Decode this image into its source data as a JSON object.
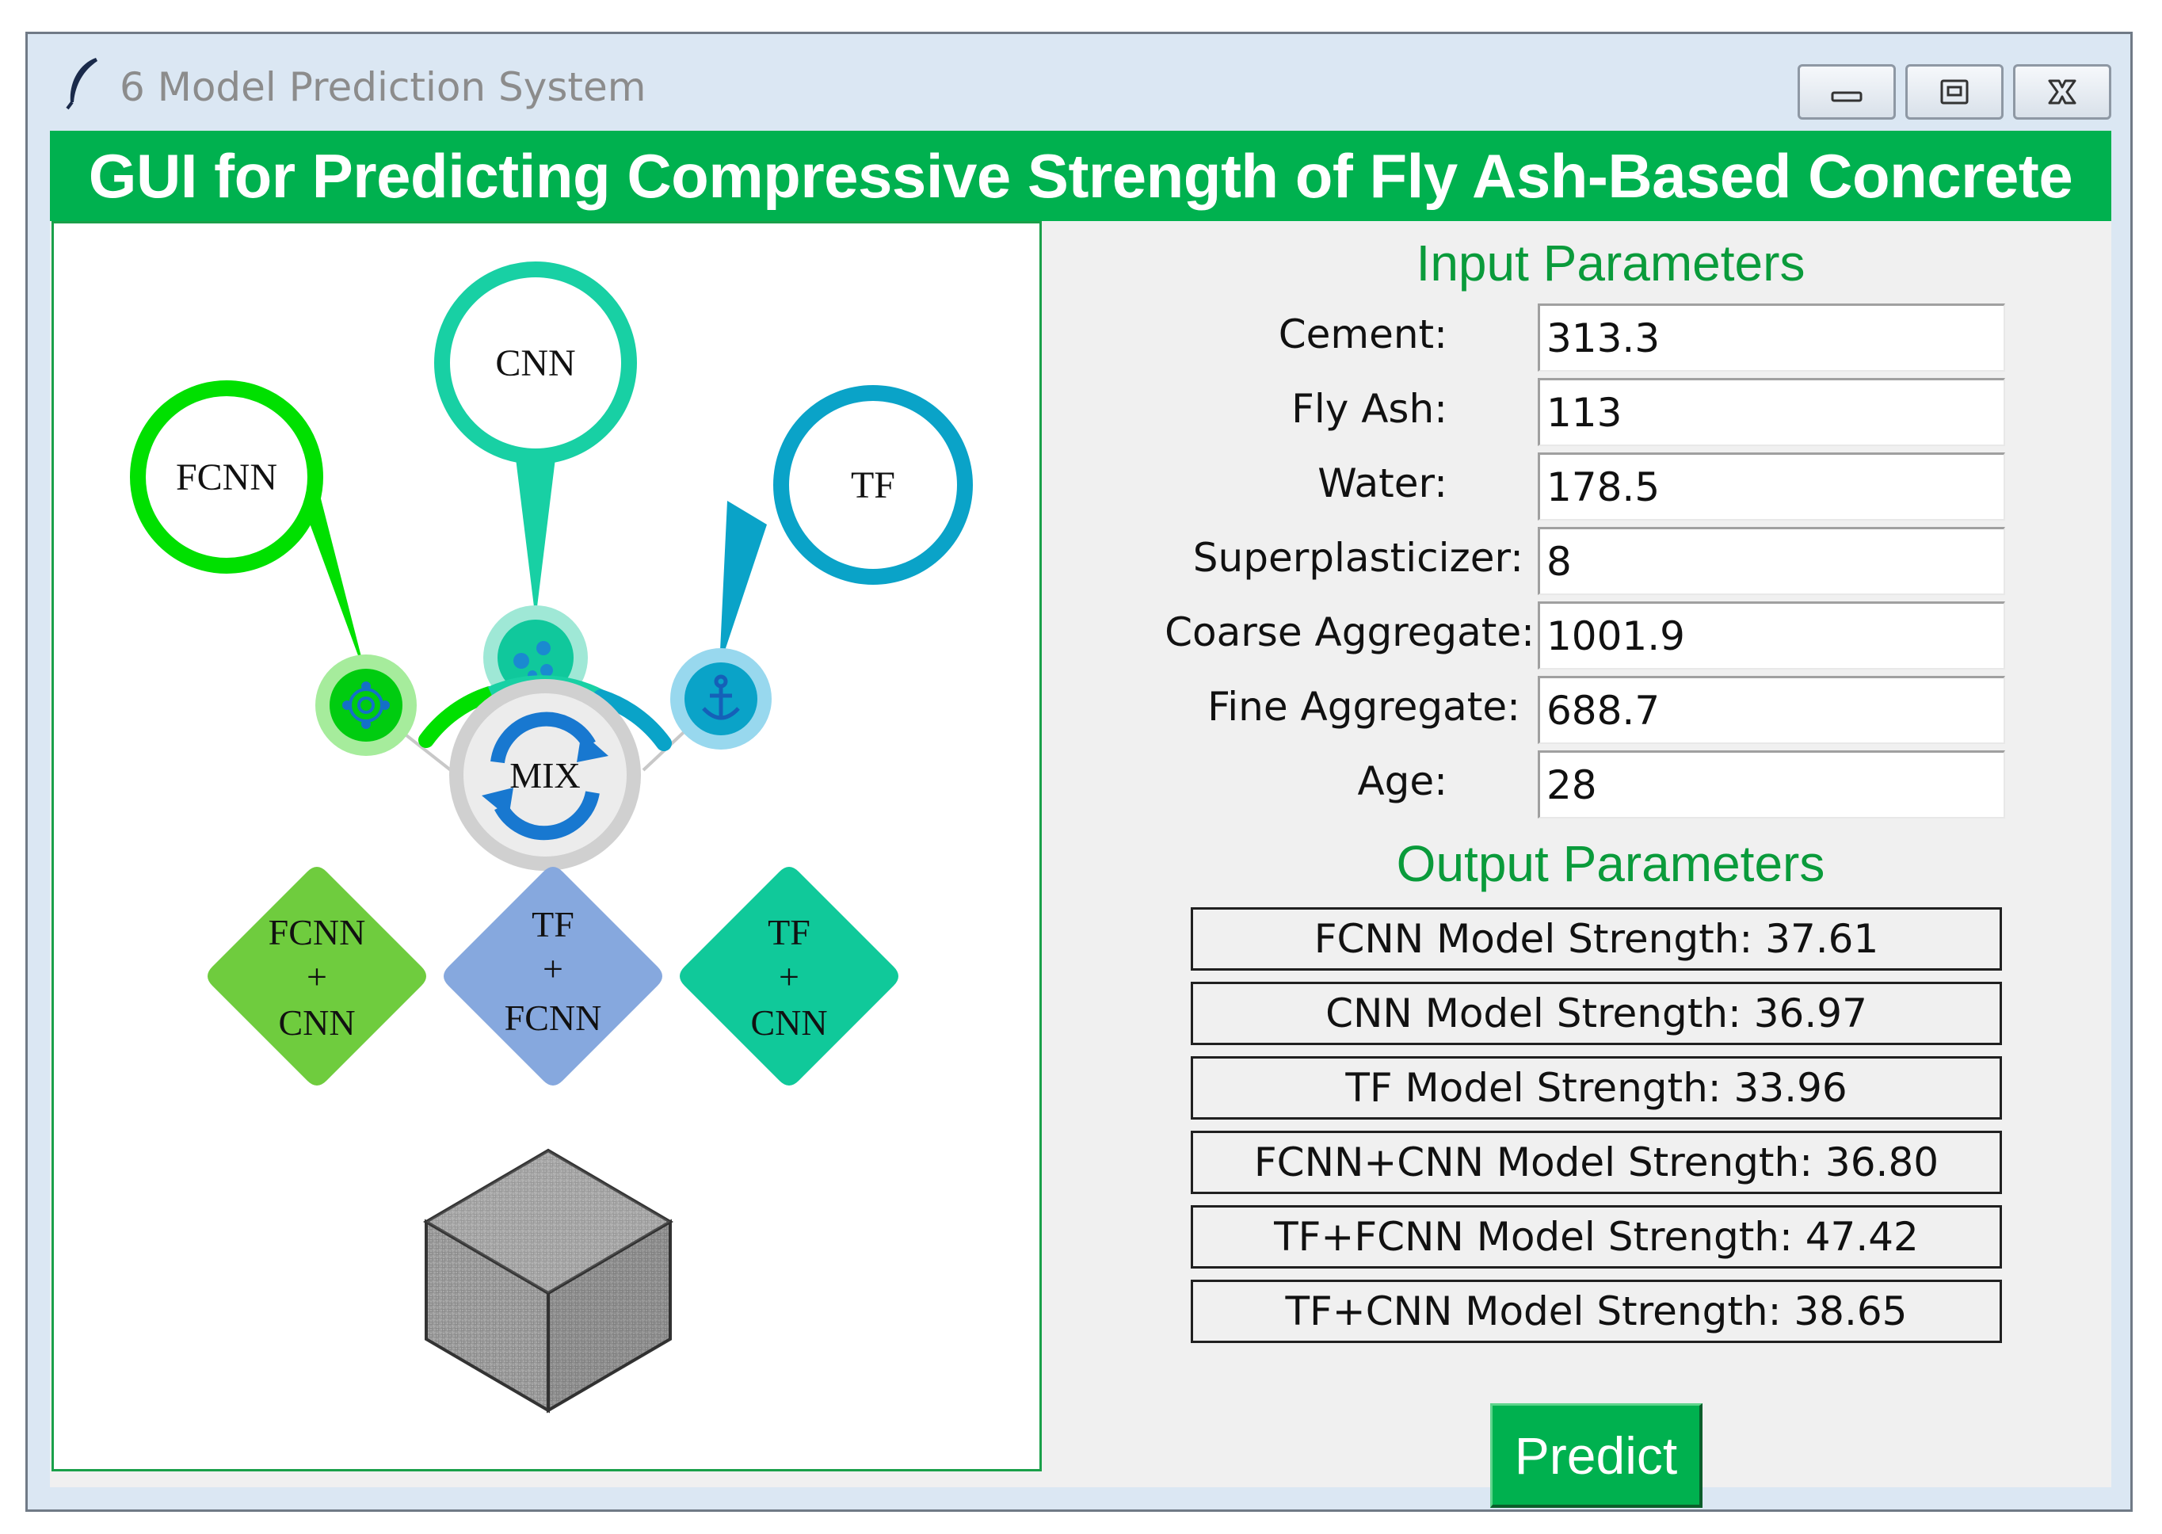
{
  "window": {
    "title": "6 Model Prediction System",
    "icon": "feather-icon",
    "controls": [
      "minimize-icon",
      "maximize-icon",
      "close-icon"
    ]
  },
  "header": {
    "title": "GUI for Predicting Compressive Strength of Fly Ash-Based Concrete"
  },
  "diagram": {
    "models": [
      {
        "label": "FCNN",
        "color": "#00e000",
        "icon": "network-icon"
      },
      {
        "label": "CNN",
        "color": "#18d0a4",
        "icon": "nodes-icon"
      },
      {
        "label": "TF",
        "color": "#0aa3c8",
        "icon": "anchor-icon"
      }
    ],
    "mix_label": "MIX",
    "hybrids": [
      {
        "line1": "FCNN",
        "line2": "+",
        "line3": "CNN",
        "color": "#6fcc3e"
      },
      {
        "line1": "TF",
        "line2": "+",
        "line3": "FCNN",
        "color": "#86a8de"
      },
      {
        "line1": "TF",
        "line2": "+",
        "line3": "CNN",
        "color": "#10c99a"
      }
    ],
    "cube": "concrete-cube-icon"
  },
  "input": {
    "title": "Input Parameters",
    "fields": [
      {
        "label": "Cement:",
        "value": "313.3"
      },
      {
        "label": "Fly Ash:",
        "value": "113"
      },
      {
        "label": "Water:",
        "value": "178.5"
      },
      {
        "label": "Superplasticizer:",
        "value": "8"
      },
      {
        "label": "Coarse Aggregate:",
        "value": "1001.9"
      },
      {
        "label": "Fine Aggregate:",
        "value": "688.7"
      },
      {
        "label": "Age:",
        "value": "28"
      }
    ]
  },
  "output": {
    "title": "Output Parameters",
    "results": [
      "FCNN Model Strength: 37.61",
      "CNN Model Strength: 36.97",
      "TF Model Strength: 33.96",
      "FCNN+CNN Model Strength: 36.80",
      "TF+FCNN Model Strength: 47.42",
      "TF+CNN Model Strength: 38.65"
    ]
  },
  "predict_label": "Predict",
  "colors": {
    "accent": "#00b14f",
    "section_title": "#0a9b3b"
  }
}
